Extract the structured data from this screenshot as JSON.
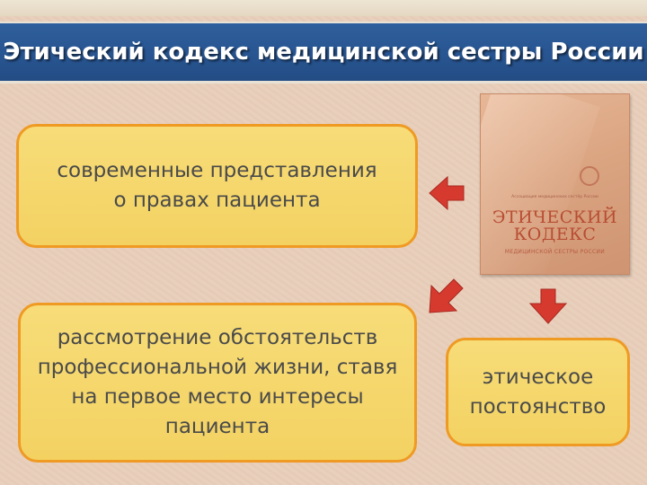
{
  "slide": {
    "title": "Этический кодекс медицинской сестры России"
  },
  "boxes": {
    "rights": "современные представления о правах пациента",
    "circumstances": "рассмотрение обстоятельств профессиональной жизни, ставя на первое место интересы пациента",
    "constancy": "этическое постоянство"
  },
  "book": {
    "title": "ЭТИЧЕСКИЙ КОДЕКС",
    "subtitle": "МЕДИЦИНСКОЙ СЕСТРЫ РОССИИ",
    "small_text": "Ассоциация медицинских сестёр России",
    "cover_color": "#dba582",
    "title_color": "#b84d33"
  },
  "colors": {
    "title_bar": "#285591",
    "box_fill": "#f5d76c",
    "box_border": "#ef9a23",
    "arrow": "#d63a2f"
  }
}
